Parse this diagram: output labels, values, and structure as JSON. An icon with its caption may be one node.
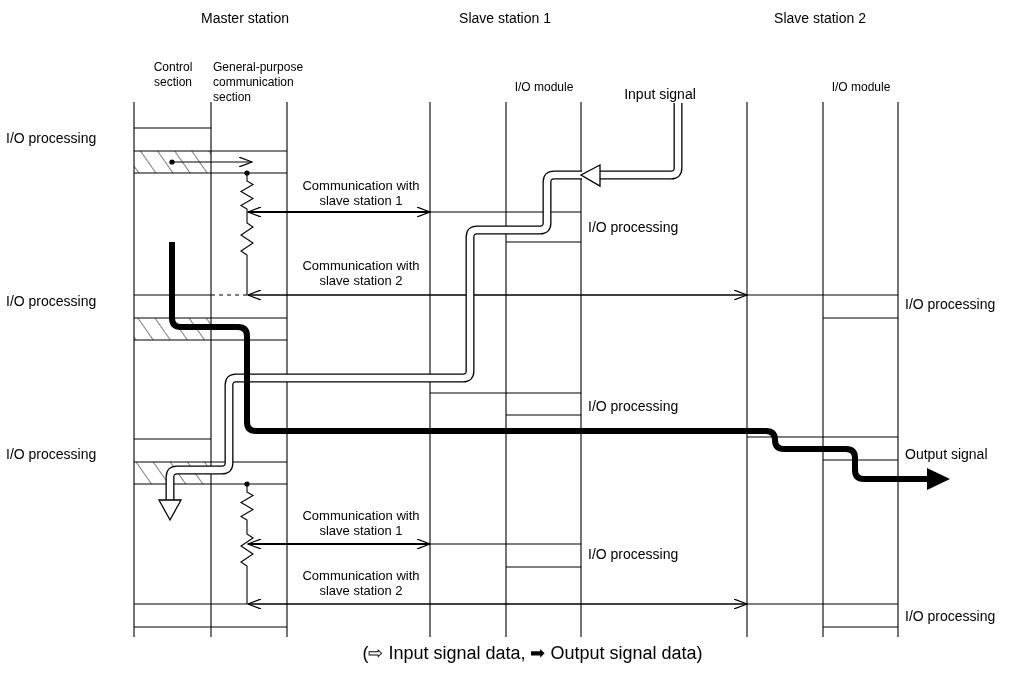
{
  "diagram": {
    "caption": "(⇨ Input signal data, ➡ Output signal data)",
    "nodes": [
      {
        "text": [
          "Input signal"
        ]
      },
      {
        "text": [],
        "shape": "box"
      },
      {
        "text": [],
        "shape": "box"
      },
      {
        "text": [],
        "shape": "box"
      }
    ],
    "edges": [
      {
        "from": 0,
        "to": null,
        "arrow": "to",
        "style": "thick"
      },
      {
        "from": 1,
        "to": null,
        "arrow": "to"
      }
    ],
    "labels": [
      "Master station",
      "Slave station 1",
      "Slave station 2",
      "Control section",
      "General-purpose communication section",
      "I/O module",
      "I/O module",
      "I/O processing",
      "Communication with slave station 1",
      "I/O processing",
      "Communication with slave station 2",
      "I/O processing",
      "I/O processing",
      "I/O processing",
      "I/O processing",
      "Output signal",
      "Communication with slave station 1",
      "I/O processing",
      "Communication with slave station 2",
      "I/O processing"
    ]
  }
}
